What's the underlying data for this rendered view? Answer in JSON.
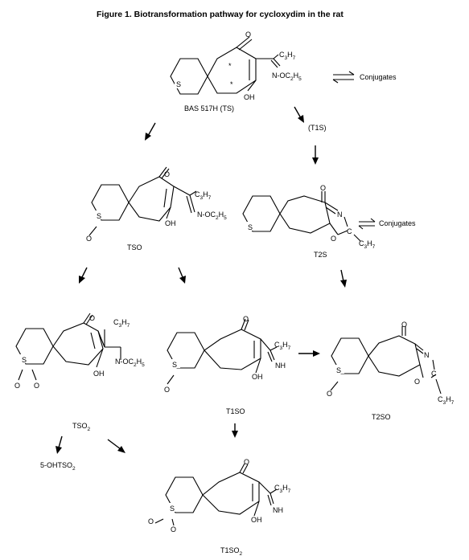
{
  "figure": {
    "title": "Figure 1.  Biotransformation pathway for cycloxydim in the rat"
  },
  "labels": {
    "bas517h": "BAS 517H (TS)",
    "t1s": "(T1S)",
    "conjugates_top": "Conjugates",
    "conjugates_mid": "Conjugates",
    "tso": "TSO",
    "t2s": "T2S",
    "tso2_base": "TSO",
    "tso2_sub": "2",
    "t1so": "T1SO",
    "t2so": "T2SO",
    "ohtso2_base": "5-OHTSO",
    "ohtso2_sub": "2",
    "t1so2_base": "T1SO",
    "t1so2_sub": "2"
  },
  "atoms": {
    "S": "S",
    "O": "O",
    "OH": "OH",
    "N": "N",
    "C": "C",
    "NH": "NH",
    "star": "*",
    "C3H7": {
      "a": "C",
      "b": "3",
      "c": "H",
      "d": "7"
    },
    "NOC2H5": {
      "a": "N-OC",
      "b": "2",
      "c": "H",
      "d": "5"
    }
  }
}
